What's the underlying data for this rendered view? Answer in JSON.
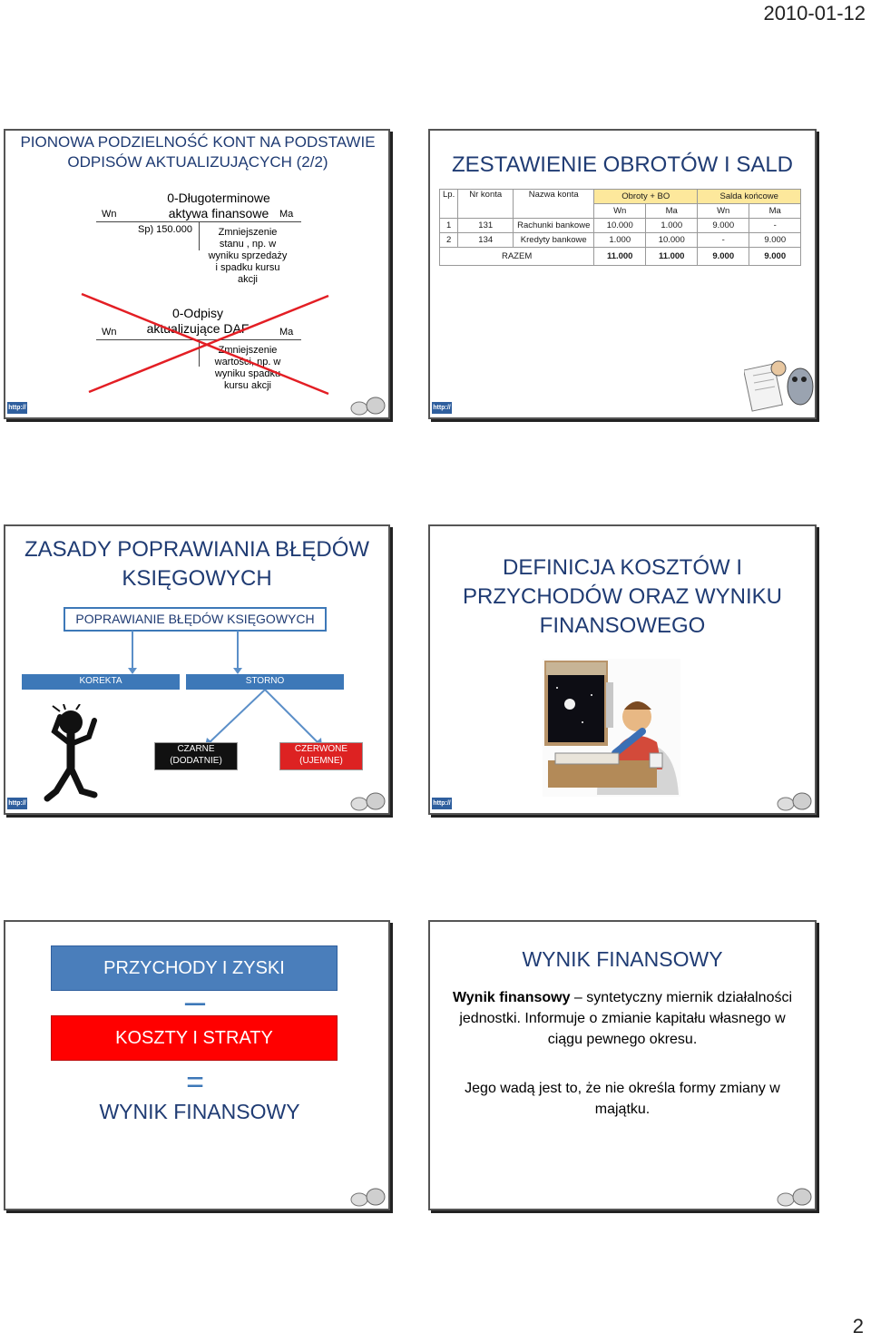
{
  "page": {
    "date": "2010-01-12",
    "number": "2"
  },
  "slide1": {
    "title": "PIONOWA PODZIELNOŚĆ KONT NA PODSTAWIE ODPISÓW AKTUALIZUJĄCYCH (2/2)",
    "account1": {
      "name_line1": "0-Długoterminowe",
      "name_line2": "aktywa finansowe",
      "wn": "Wn",
      "ma": "Ma",
      "entry_debit": "Sp) 150.000",
      "entry_credit": [
        "Zmniejszenie",
        "stanu , np. w",
        "wyniku sprzedaży",
        "i spadku kursu",
        "akcji"
      ]
    },
    "account2": {
      "name_line1": "0-Odpisy",
      "name_line2": "aktualizujące DAF",
      "wn": "Wn",
      "ma": "Ma",
      "entry_credit": [
        "Zmniejszenie",
        "wartości, np. w",
        "wyniku spadku",
        "kursu akcji"
      ]
    }
  },
  "slide2": {
    "title": "ZESTAWIENIE OBROTÓW I SALD",
    "table": {
      "h1": [
        "Lp.",
        "Nr konta",
        "Nazwa konta",
        "Obroty + BO",
        "Salda końcowe"
      ],
      "h2": [
        "Wn",
        "Ma",
        "Wn",
        "Ma"
      ],
      "rows": [
        [
          "1",
          "131",
          "Rachunki bankowe",
          "10.000",
          "1.000",
          "9.000",
          "-"
        ],
        [
          "2",
          "134",
          "Kredyty bankowe",
          "1.000",
          "10.000",
          "-",
          "9.000"
        ]
      ],
      "total": [
        "RAZEM",
        "11.000",
        "11.000",
        "9.000",
        "9.000"
      ]
    }
  },
  "slide3": {
    "title_line1": "ZASADY POPRAWIANIA BŁĘDÓW",
    "title_line2": "KSIĘGOWYCH",
    "main_box": "POPRAWIANIE BŁĘDÓW KSIĘGOWYCH",
    "korekta": "KOREKTA",
    "storno": "STORNO",
    "czarne_line1": "CZARNE",
    "czarne_line2": "(DODATNIE)",
    "czerwone_line1": "CZERWONE",
    "czerwone_line2": "(UJEMNE)"
  },
  "slide4": {
    "title_line1": "DEFINICJA KOSZTÓW I",
    "title_line2": "PRZYCHODÓW ORAZ WYNIKU",
    "title_line3": "FINANSOWEGO"
  },
  "slide5": {
    "box1": "PRZYCHODY I ZYSKI",
    "minus": "–",
    "box2": "KOSZTY I STRATY",
    "equals": "=",
    "result": "WYNIK FINANSOWY"
  },
  "slide6": {
    "title": "WYNIK FINANSOWY",
    "term": "Wynik finansowy",
    "def_rest": " – syntetyczny miernik działalności jednostki. Informuje o zmianie kapitału własnego w ciągu pewnego okresu.",
    "note": "Jego wadą jest to, że nie określa formy zmiany w majątku."
  },
  "colors": {
    "title": "#1f3b73",
    "blue_box": "#4a7ebb",
    "red_box": "#ff0000",
    "highlight": "#fde89c"
  },
  "logo_text": "http://"
}
